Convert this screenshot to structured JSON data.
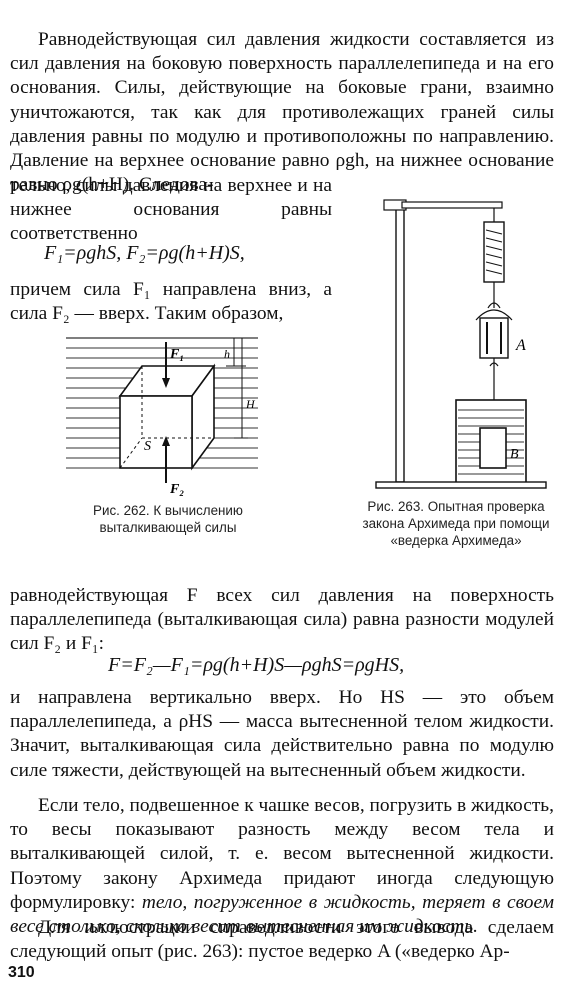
{
  "para1": "Равнодействующая сил давления жидкости составляется из сил давления на боковую поверхность параллелепипеда и на его основания. Силы, действующие на боковые грани, взаимно уничтожаются, так как для противолежащих граней силы давления равны по модулю и противоположны по направлению. Давление на верхнее основание равно ρgh, на нижнее основание равно ρg(h+H). Следова-",
  "col1": "тельно, силы давления на верхнее и на нижнее основания равны соответственно",
  "formula1": "F₁=ρghS,   F₂=ρg(h+H)S,",
  "col2": "причем сила F₁ направлена вниз, а сила F₂ — вверх. Таким образом,",
  "fig262": {
    "labels": {
      "f1": "F₁",
      "f2": "F₂",
      "s": "S",
      "h": "h",
      "H": "H"
    },
    "caption": "Рис. 262. К вычислению выталкивающей силы"
  },
  "fig263": {
    "labels": {
      "a": "A",
      "b": "B"
    },
    "caption": "Рис. 263. Опытная проверка закона Архимеда при помощи «ведерка Архимеда»"
  },
  "para2": "равнодействующая F всех сил давления на поверхность параллелепипеда (выталкивающая сила) равна разности модулей сил F₂ и F₁:",
  "formula2": "F=F₂—F₁=ρg(h+H)S—ρghS=ρgHS,",
  "para3": "и направлена вертикально вверх. Но HS — это объем параллелепипеда, а ρHS — масса вытесненной телом жидкости. Значит, выталкивающая сила действительно равна по модулю силе тяжести, действующей на вытесненный объем жидкости.",
  "para4a": "Если тело, подвешенное к чашке весов, погрузить в жидкость, то весы показывают разность между весом тела и выталкивающей силой, т. е. весом вытесненной жидкости. Поэтому закону Архимеда придают иногда следующую формулировку: ",
  "para4b": "тело, погруженное в жидкость, теряет в своем весе столько, сколько весит вытесненная им жидкость.",
  "para5": "Для иллюстрации справедливости этого вывода сделаем следующий опыт (рис. 263): пустое ведерко A («ведерко Ар-",
  "page_number": "310"
}
